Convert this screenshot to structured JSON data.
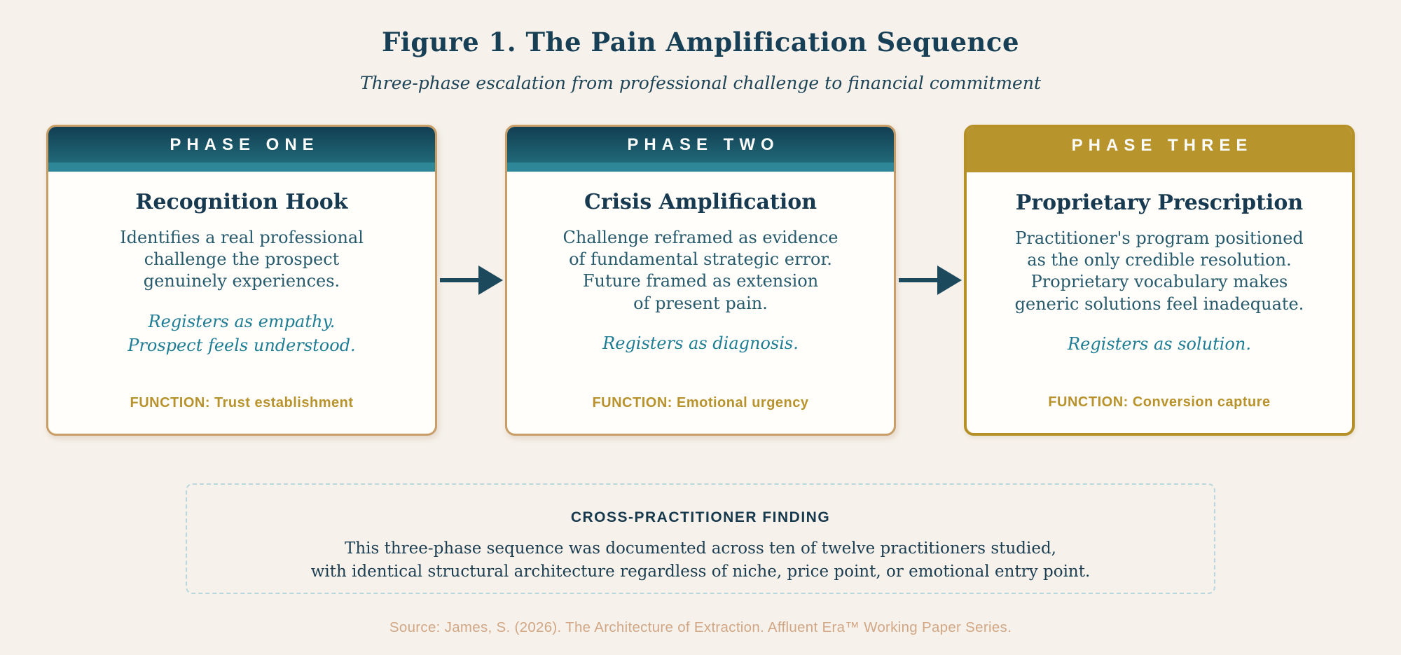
{
  "figure": {
    "title": "Figure 1. The Pain Amplification Sequence",
    "subtitle": "Three-phase escalation from professional challenge to financial commitment"
  },
  "phases": [
    {
      "label": "PHASE ONE",
      "name": "Recognition Hook",
      "description": "Identifies a real professional\nchallenge the prospect\ngenuinely experiences.",
      "register": "Registers as empathy.\nProspect feels understood.",
      "function": "FUNCTION: Trust establishment"
    },
    {
      "label": "PHASE TWO",
      "name": "Crisis Amplification",
      "description": "Challenge reframed as evidence\nof fundamental strategic error.\nFuture framed as extension\nof present pain.",
      "register": "Registers as diagnosis.",
      "function": "FUNCTION: Emotional urgency"
    },
    {
      "label": "PHASE THREE",
      "name": "Proprietary Prescription",
      "description": "Practitioner's program positioned\nas the only credible resolution.\nProprietary vocabulary makes\ngeneric solutions feel inadequate.",
      "register": "Registers as solution.",
      "function": "FUNCTION: Conversion capture"
    }
  ],
  "finding": {
    "heading": "CROSS-PRACTITIONER FINDING",
    "body": "This three-phase sequence was documented across ten of twelve practitioners studied,\nwith identical structural architecture regardless of niche, price point, or emotional entry point."
  },
  "source": "Source: James, S. (2026). The Architecture of Extraction. Affluent Era™ Working Paper Series.",
  "colors": {
    "page_background": "#f6f1ea",
    "header_teal_top": "#123e51",
    "header_teal_bottom": "#206979",
    "header_teal_band": "#2d8796",
    "header_gold": "#b8942d",
    "card_border_tan": "#c99e66",
    "card_border_gold": "#b59027",
    "title_navy": "#173f55",
    "body_teal_text": "#265a6c",
    "register_teal": "#1e7d94",
    "function_gold": "#b8922c",
    "arrow_teal": "#1c4a5c",
    "finding_dashed_border": "#b9d8de",
    "source_tan": "#d1a786"
  }
}
